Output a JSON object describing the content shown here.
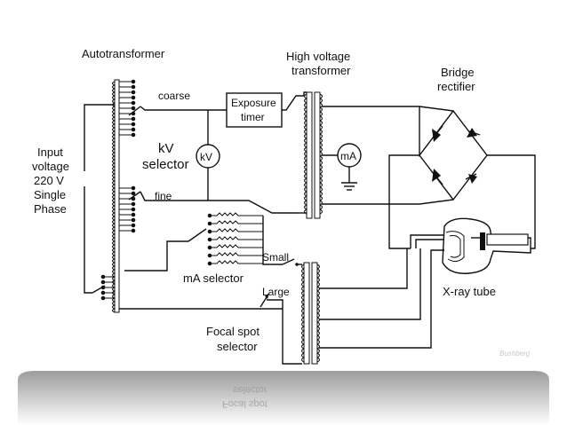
{
  "diagram": {
    "labels": {
      "autotransformer": "Autotransformer",
      "coarse": "coarse",
      "fine": "fine",
      "input_1": "Input",
      "input_2": "voltage",
      "input_3": "220 V",
      "input_4": "Single",
      "input_5": "Phase",
      "kv_selector_1": "kV",
      "kv_selector_2": "selector",
      "kv_meter": "kV",
      "exposure_timer_1": "Exposure",
      "exposure_timer_2": "timer",
      "hv_transformer_1": "High voltage",
      "hv_transformer_2": "transformer",
      "ma_meter": "mA",
      "bridge_rectifier_1": "Bridge",
      "bridge_rectifier_2": "rectifier",
      "ma_selector": "mA selector",
      "small": "Small",
      "large": "Large",
      "xray_tube": "X-ray tube",
      "focal_spot_1": "Focal spot",
      "focal_spot_2": "selector",
      "watermark": "Bushberg",
      "reflection_1": "selector",
      "reflection_2": "Focal spot"
    },
    "colors": {
      "ink": "#111111",
      "reflection_bg": "#b9b9b9",
      "watermark": "#c8c8c8"
    }
  }
}
